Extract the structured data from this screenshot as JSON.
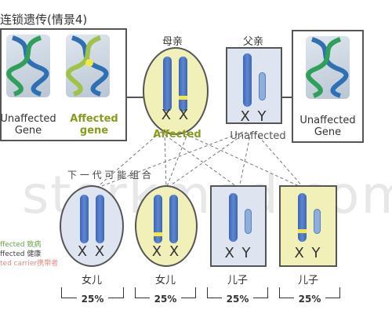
{
  "title": "连锁遗传(情景4)",
  "parents": {
    "mother_label": "母亲",
    "father_label": "父亲",
    "mother_chromosomes": "X X",
    "father_chromosomes": "X Y",
    "mother_status": "Affected",
    "father_status": "Unaffected"
  },
  "genes": {
    "left_unaffected": "Unaffected Gene",
    "left_affected": "Affected gene",
    "right_unaffected": "Unaffected Gene"
  },
  "next_generation_label": "下 一 代 可 能 组 合",
  "children": [
    {
      "label": "女儿",
      "chromosomes": "X X",
      "percent": "25%"
    },
    {
      "label": "女儿",
      "chromosomes": "X X",
      "percent": "25%"
    },
    {
      "label": "儿子",
      "chromosomes": "X Y",
      "percent": "25%"
    },
    {
      "label": "儿子",
      "chromosomes": "X Y",
      "percent": "25%"
    }
  ],
  "legend": {
    "affected": "ffected 致病",
    "unaffected": "ffected 健康",
    "carrier": "ted carrier携带者"
  },
  "watermark": "storkmed.com",
  "colors": {
    "affected_bg": "#f1f0b8",
    "unaffected_bg": "#dfe5f0",
    "chromosome_blue": "#3c66b4",
    "affected_band": "#f2e84a",
    "affected_text": "#8a9a1a"
  }
}
